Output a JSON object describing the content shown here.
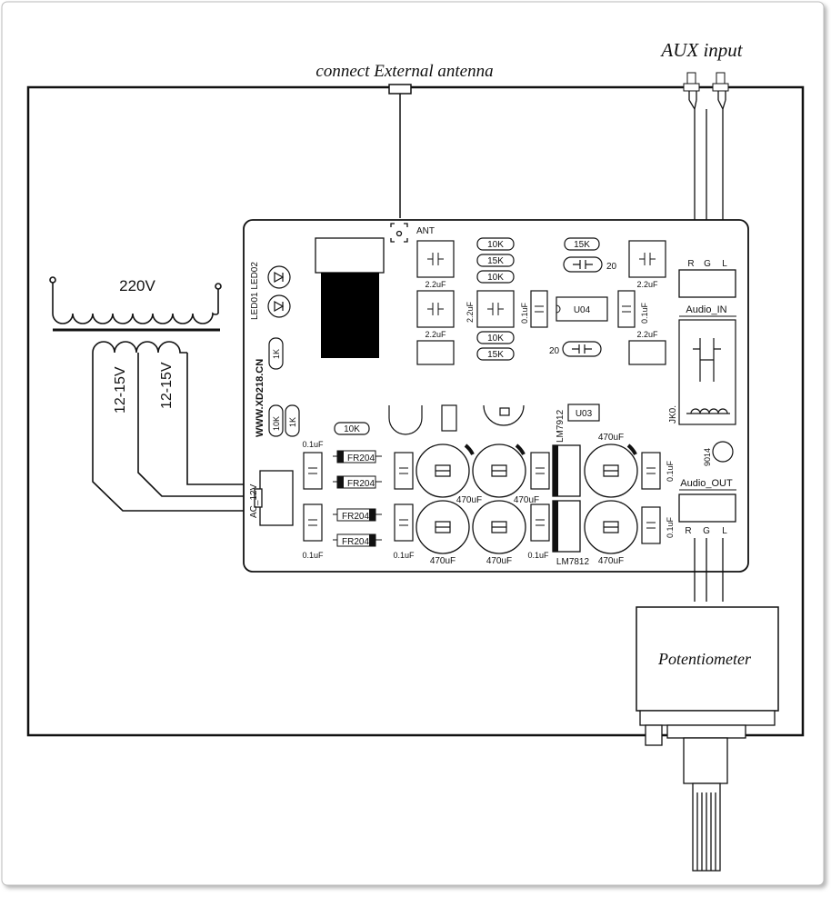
{
  "labels": {
    "antenna": "connect External antenna",
    "aux_input": "AUX input",
    "potentiometer": "Potentiometer",
    "transformer_primary": "220V",
    "secondary_a": "12-15V",
    "secondary_b": "12-15V",
    "ac_connector": "AC_12V",
    "ant": "ANT",
    "audio_in": "Audio_IN",
    "audio_out": "Audio_OUT",
    "website": "WWW.XD218.CN",
    "leds": "LED01 LED02",
    "jk": "JK0.",
    "reg_neg": "LM7912",
    "reg_pos": "LM7812",
    "u03": "U03",
    "u04": "U04",
    "transistor": "9014",
    "pin_r": "R",
    "pin_g": "G",
    "pin_l": "L"
  },
  "components": {
    "cap_2u2": "2.2uF",
    "cap_0u1_upper": "0.1uF",
    "cap_0u1_lower": "0.1uF",
    "cap_470": "470uF",
    "res_10k": "10K",
    "res_15k": "15K",
    "res_1k": "1K",
    "diode": "FR204",
    "trim_20": "20"
  }
}
